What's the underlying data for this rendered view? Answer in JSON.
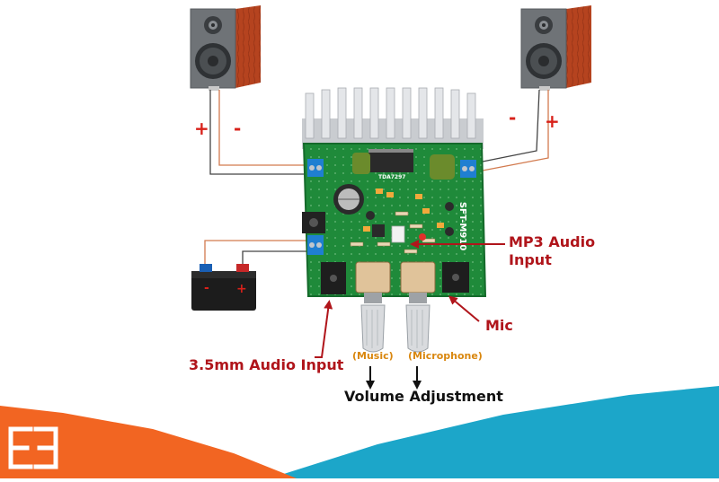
{
  "labels": {
    "plus_left": "+",
    "minus_left": "-",
    "minus_right": "-",
    "plus_right": "+",
    "battery_minus": "-",
    "battery_plus": "+",
    "mp3_line1": "MP3 Audio",
    "mp3_line2": "Input",
    "mic": "Mic",
    "audio_35": "3.5mm Audio Input",
    "music": "(Music)",
    "microphone": "(Microphone)",
    "volume": "Volume Adjustment"
  },
  "board": {
    "model": "SFT-M910",
    "chip": "TDA7297"
  },
  "colors": {
    "red_label": "#b0151b",
    "orange_label": "#d9870f",
    "pcb_green": "#1f8a3a",
    "footer_orange": "#f26522",
    "footer_blue": "#1ca6c9",
    "speaker_wood": "#b5431f"
  }
}
